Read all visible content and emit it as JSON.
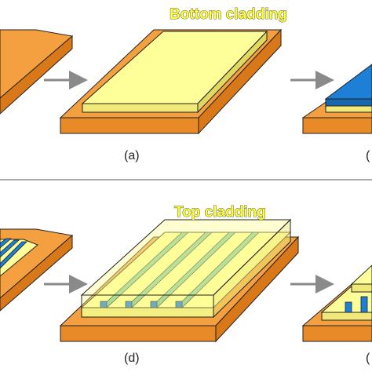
{
  "labels": {
    "bottom_cladding": "Bottom cladding",
    "top_cladding": "Top cladding",
    "step_a": "(a)",
    "step_b_partial": "(",
    "step_d": "(d)",
    "step_e_partial": "("
  },
  "colors": {
    "substrate": "#f5a040",
    "substrate_dark": "#d97818",
    "cladding": "#ffff99",
    "cladding_side": "#e8e070",
    "core": "#1e7fd6",
    "arrow": "#8a8a8a",
    "divider": "#aaaaaa"
  }
}
